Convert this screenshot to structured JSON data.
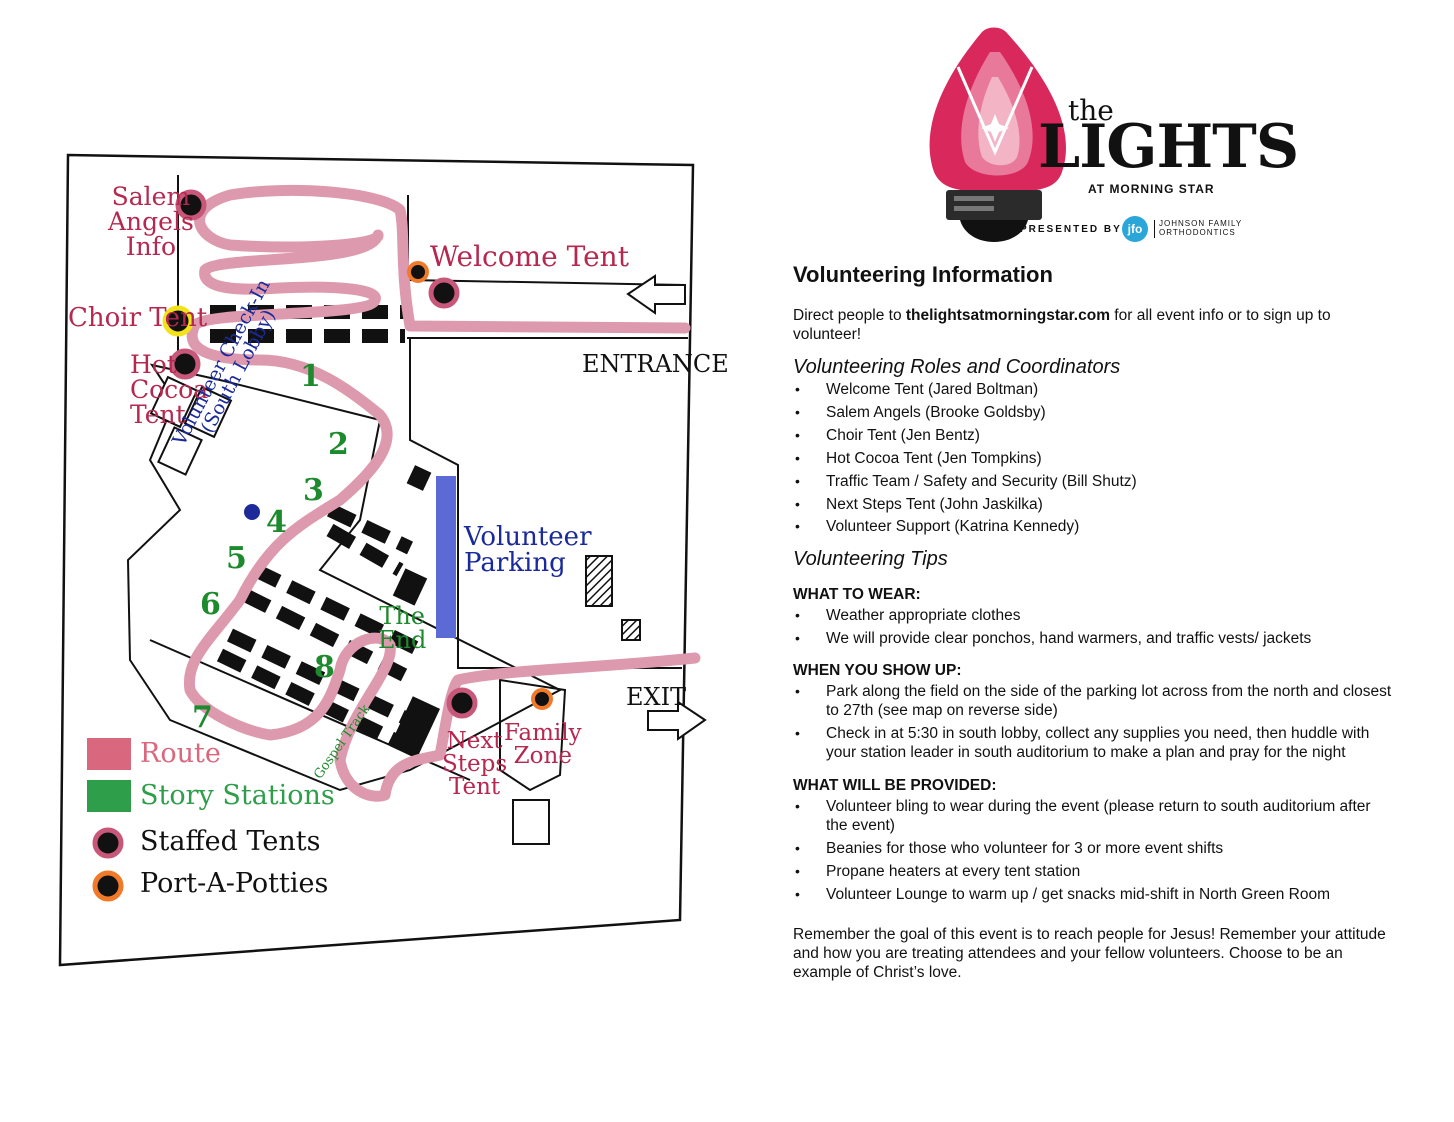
{
  "map": {
    "labels": {
      "salem_angels_info": "Salem\nAngels\nInfo",
      "welcome_tent": "Welcome Tent",
      "choir_tent": "Choir Tent",
      "hot_cocoa_tent": "Hot\nCocoa\nTent",
      "entrance": "ENTRANCE",
      "exit": "EXIT",
      "volunteer_check_in": "Volunteer Check-In\n(South Lobby)",
      "volunteer_parking": "Volunteer\nParking",
      "the_end": "The\nEnd",
      "gospel_track": "Gospel Track",
      "next_steps_tent": "Next\nSteps\nTent",
      "family_zone": "Family\nZone"
    },
    "story_stations": [
      "1",
      "2",
      "3",
      "4",
      "5",
      "6",
      "7",
      "8"
    ],
    "legend": {
      "route": "Route",
      "story_stations": "Story Stations",
      "staffed_tents": "Staffed Tents",
      "port_a_potties": "Port-A-Potties"
    },
    "colors": {
      "route": "#dd9aae",
      "route_legend": "#d9687f",
      "story_station": "#2e9e4a",
      "staffed_tent_ring": "#c8587a",
      "port_a_potty_ring": "#f07a2a",
      "choir_tent_ring": "#f2e21a",
      "volunteer_parking": "#5c6ad6",
      "check_in_marker": "#1e2a9a"
    }
  },
  "logo": {
    "word_the": "the",
    "word_lights": "LIGHTS",
    "subtitle": "AT MORNING STAR",
    "presented_by": "PRESENTED BY",
    "sponsor_badge": "jfo",
    "sponsor_line1": "JOHNSON FAMILY",
    "sponsor_line2": "ORTHODONTICS",
    "bulb_color": "#d8285c"
  },
  "info": {
    "title": "Volunteering Information",
    "intro_before": "Direct people to ",
    "intro_link": "thelightsatmorningstar.com",
    "intro_after": " for all event info or to sign up to volunteer!",
    "roles_heading": "Volunteering Roles and Coordinators",
    "roles": [
      "Welcome Tent (Jared Boltman)",
      "Salem Angels (Brooke Goldsby)",
      "Choir Tent (Jen Bentz)",
      "Hot Cocoa Tent (Jen Tompkins)",
      "Traffic Team / Safety and Security (Bill Shutz)",
      "Next Steps Tent (John Jaskilka)",
      "Volunteer Support (Katrina Kennedy)"
    ],
    "tips_heading": "Volunteering Tips",
    "wear_heading": "WHAT TO WEAR:",
    "wear": [
      "Weather appropriate clothes",
      "We will provide clear ponchos, hand warmers, and traffic vests/ jackets"
    ],
    "show_heading": "WHEN YOU SHOW UP:",
    "show": [
      "Park along the field on the side of the parking lot across from the north and closest to 27th (see map on reverse side)",
      "Check in at 5:30 in south lobby, collect any supplies you need, then huddle with your station leader in south auditorium to make a plan and pray for the night"
    ],
    "provided_heading": "WHAT WILL BE PROVIDED:",
    "provided": [
      "Volunteer bling to wear during the event (please return to south auditorium after the event)",
      "Beanies for those who volunteer for 3 or more event shifts",
      "Propane heaters at every tent station",
      "Volunteer Lounge to warm up / get snacks mid-shift in North Green Room"
    ],
    "closing": "Remember the goal of this event is to reach people for Jesus! Remember your attitude and how you are treating attendees and your fellow volunteers. Choose to be an example of Christ’s love."
  }
}
